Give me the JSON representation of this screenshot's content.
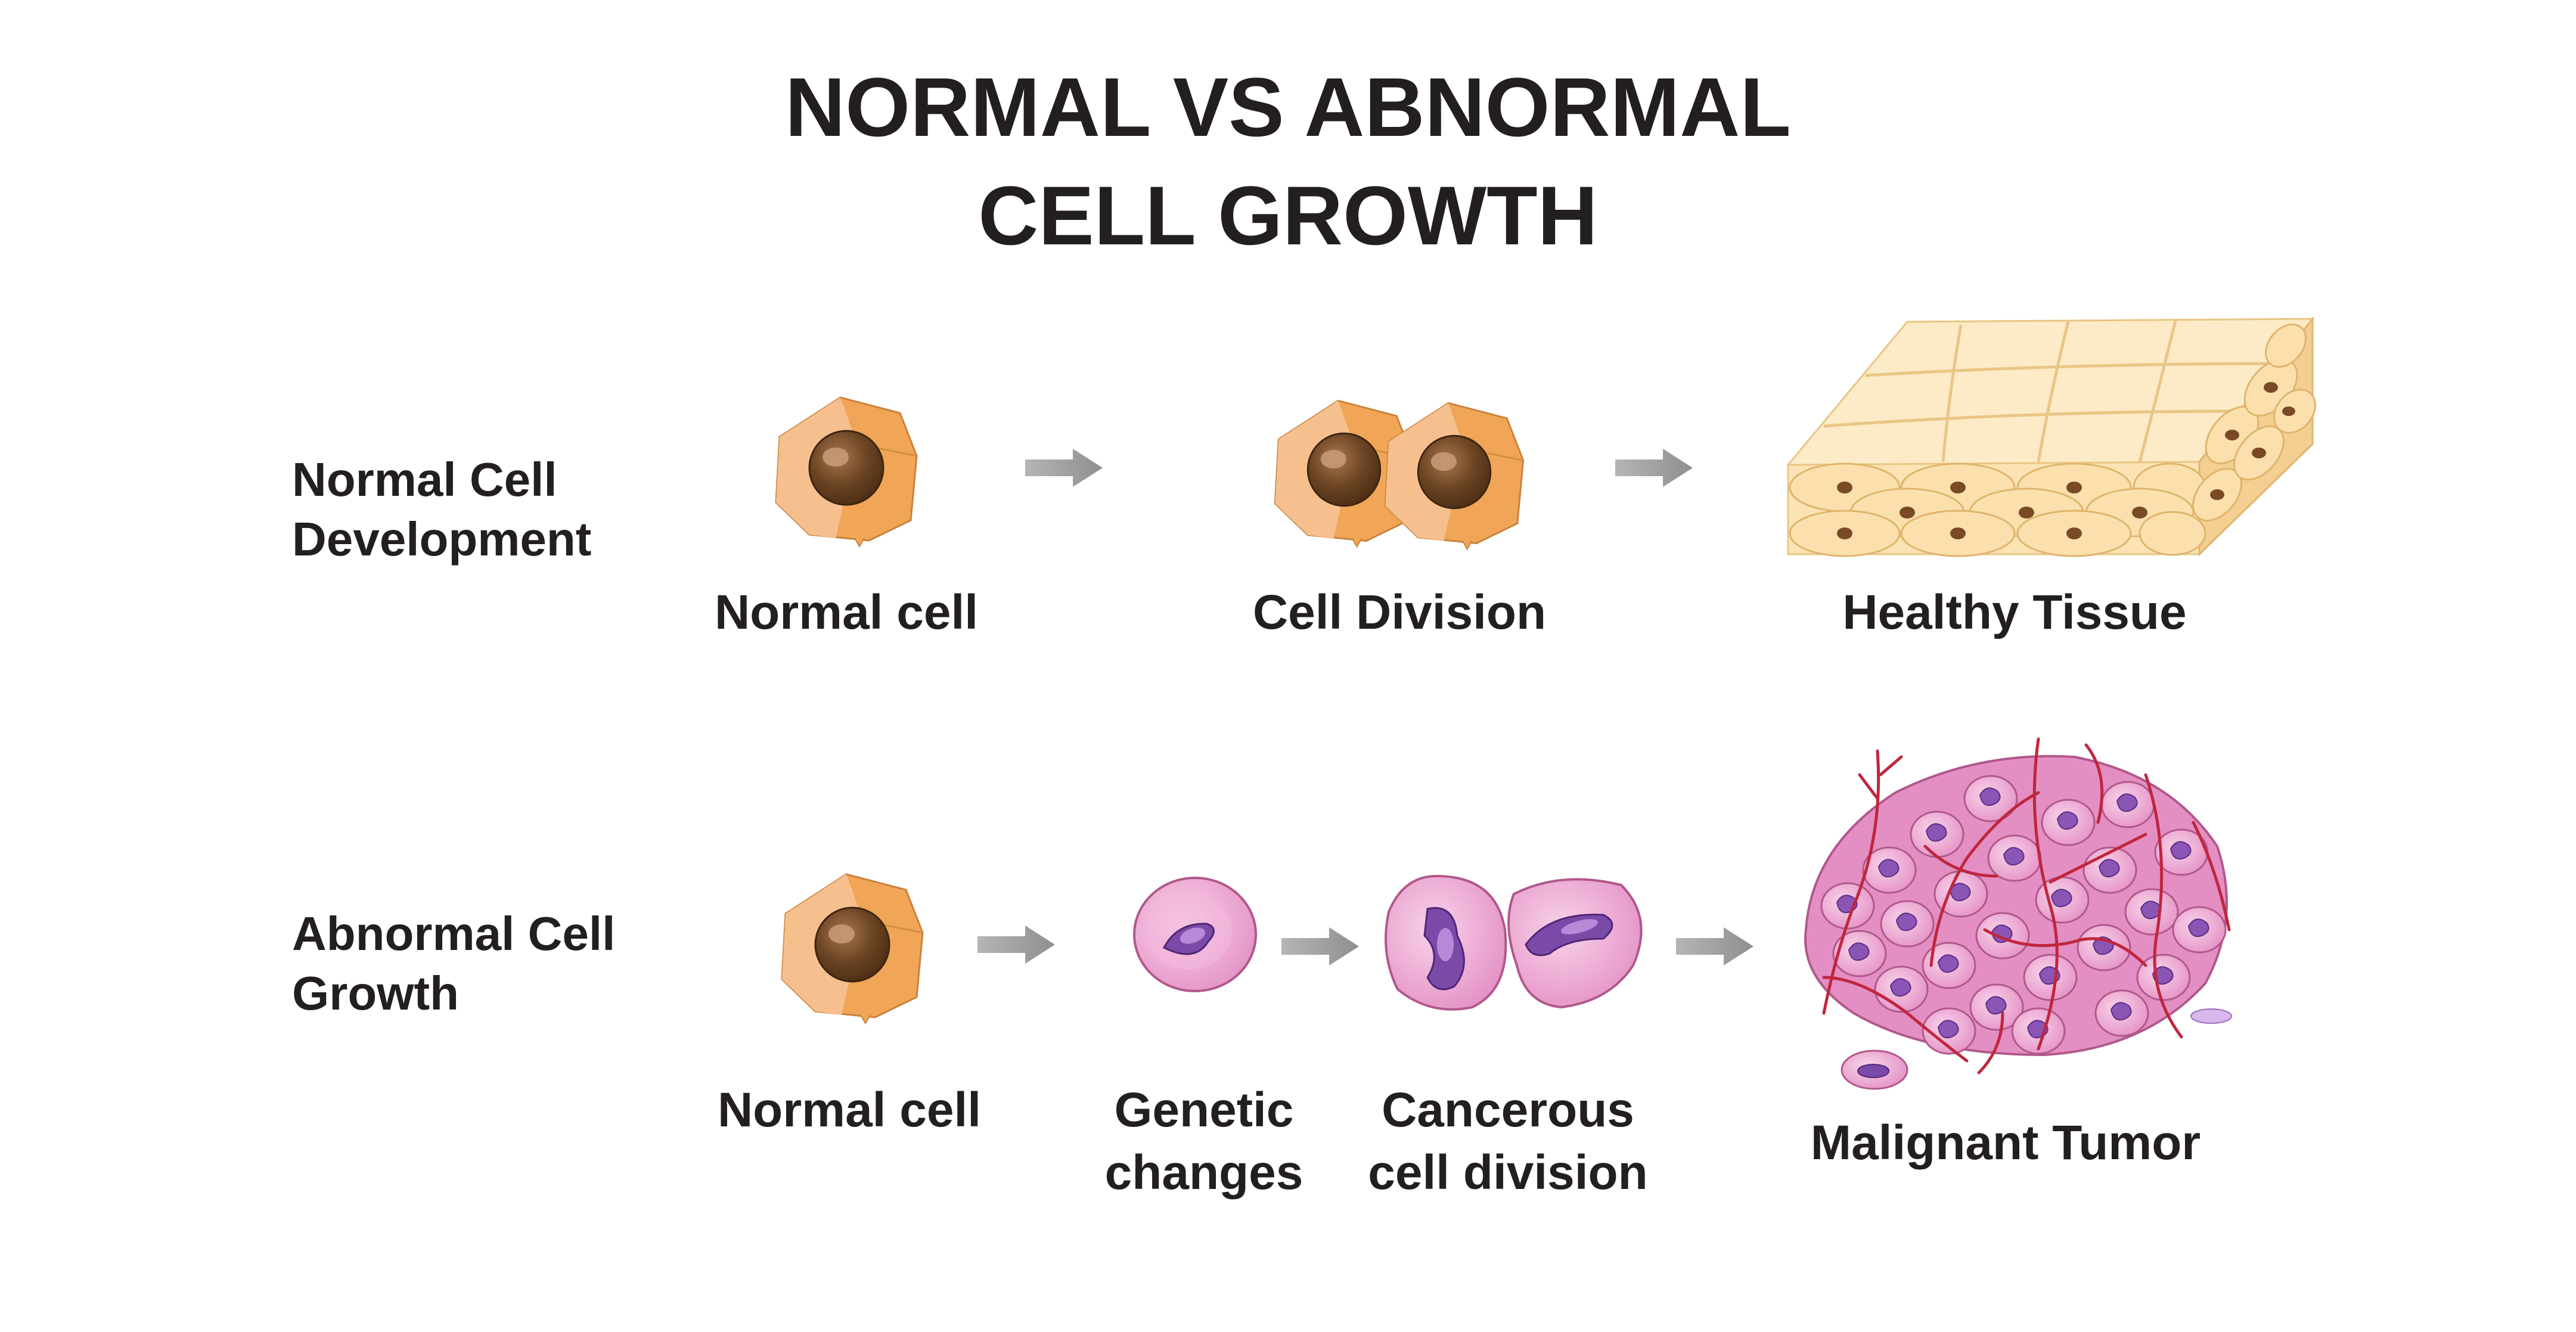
{
  "title": {
    "line1": "NORMAL VS ABNORMAL",
    "line2": "CELL GROWTH"
  },
  "rows": {
    "normal": {
      "label_line1": "Normal Cell",
      "label_line2": "Development",
      "stages": [
        {
          "label_lines": [
            "Normal cell"
          ]
        },
        {
          "label_lines": [
            "Cell Division"
          ]
        },
        {
          "label_lines": [
            "Healthy Tissue"
          ]
        }
      ]
    },
    "abnormal": {
      "label_line1": "Abnormal Cell",
      "label_line2": "Growth",
      "stages": [
        {
          "label_lines": [
            "Normal cell"
          ]
        },
        {
          "label_lines": [
            "Genetic",
            "changes"
          ]
        },
        {
          "label_lines": [
            "Cancerous",
            "cell division"
          ]
        },
        {
          "label_lines": [
            "Malignant Tumor"
          ]
        }
      ]
    }
  },
  "colors": {
    "text": "#231f20",
    "arrow": "#9b9b9b",
    "normal_cell_light": "#f6c08e",
    "normal_cell_dark": "#f0a557",
    "normal_nucleus": "#6b4423",
    "tissue_light": "#fbe3b4",
    "tissue_dark": "#f3cf92",
    "cancer_cell": "#ec9fcd",
    "cancer_cell_light": "#f7c7e3",
    "cancer_nucleus": "#7b4aa8",
    "blood_vessel": "#c0263d"
  },
  "icons": [
    "arrow-right-icon",
    "normal-cell-icon",
    "dividing-cells-icon",
    "healthy-tissue-icon",
    "mutated-cell-icon",
    "malignant-tumor-icon"
  ]
}
